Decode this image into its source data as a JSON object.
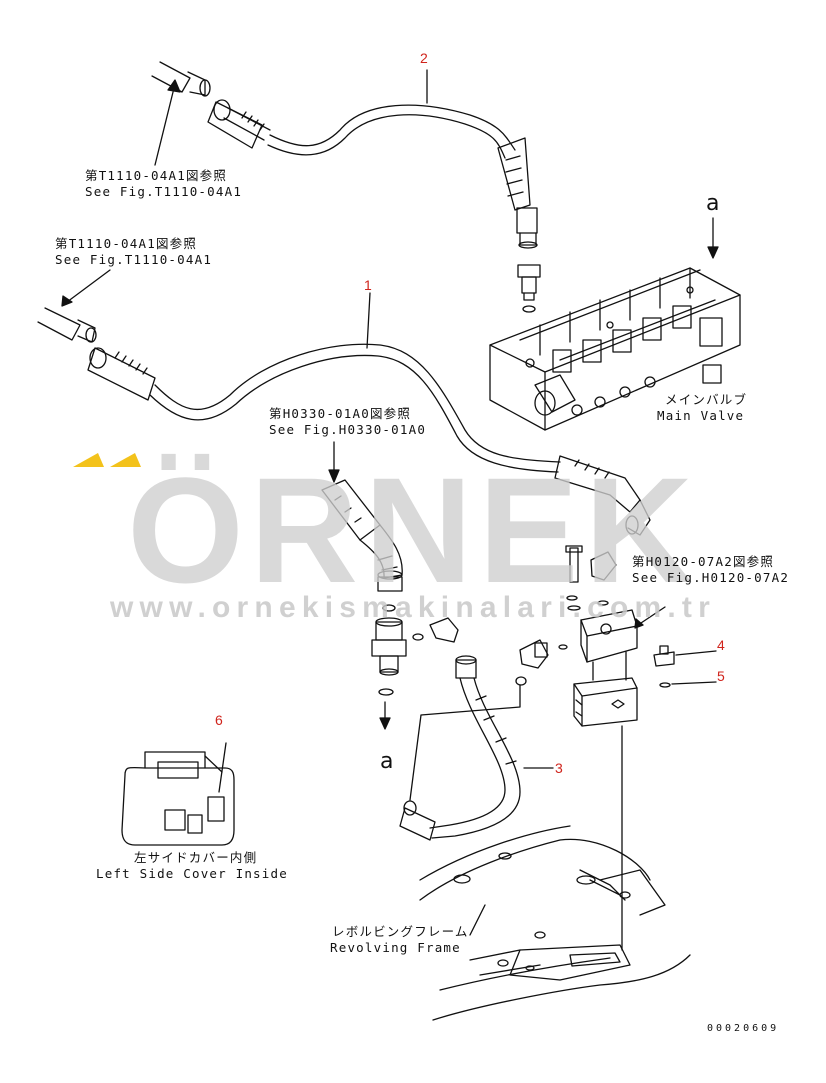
{
  "callouts": {
    "part_1": "1",
    "part_2": "2",
    "part_3": "3",
    "part_4": "4",
    "part_5": "5",
    "part_6": "6",
    "connection_a_top": "a",
    "connection_a_bottom": "a"
  },
  "references": {
    "ref_t1110_upper_jp": "第T1110-04A1図参照",
    "ref_t1110_upper_en": "See Fig.T1110-04A1",
    "ref_t1110_lower_jp": "第T1110-04A1図参照",
    "ref_t1110_lower_en": "See Fig.T1110-04A1",
    "ref_h0330_jp": "第H0330-01A0図参照",
    "ref_h0330_en": "See Fig.H0330-01A0",
    "ref_h0120_jp": "第H0120-07A2図参照",
    "ref_h0120_en": "See Fig.H0120-07A2"
  },
  "component_labels": {
    "main_valve_jp": "メインバルブ",
    "main_valve_en": "Main Valve",
    "left_cover_jp": "左サイドカバー内側",
    "left_cover_en": "Left Side Cover Inside",
    "frame_jp": "レボルビングフレーム",
    "frame_en": "Revolving Frame"
  },
  "watermark": {
    "brand": "ÖRNEK",
    "url": "www.ornekismakinalari.com.tr",
    "accent_color": "#f3c21b",
    "text_color": "#cfcfcf"
  },
  "drawing_code": "00020609",
  "colors": {
    "callout_number": "#d0241c",
    "line": "#111111"
  }
}
